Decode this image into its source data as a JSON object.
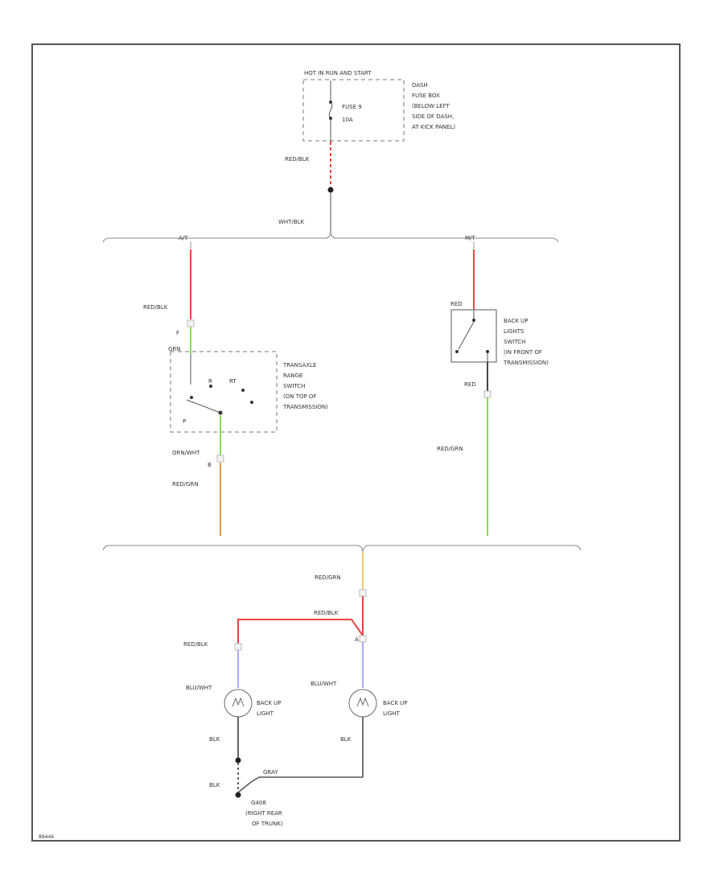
{
  "top_label": "HOT IN RUN AND START",
  "fuse_box": {
    "label_lines": [
      "DASH",
      "FUSE BOX",
      "(BELOW LEFT",
      "SIDE OF DASH,",
      "AT KICK PANEL)"
    ],
    "fuse_lines": [
      "FUSE 9",
      "10A"
    ]
  },
  "wires": {
    "red_blk": "RED/BLK",
    "wht_blk": "WHT/BLK",
    "red_grn": "RED/GRN",
    "orn_wht": "ORN/WHT",
    "red": "RED",
    "red_short": "RED",
    "blu_wht": "BLU/WHT",
    "blk": "BLK",
    "gray": "GRAY"
  },
  "branches": {
    "at": "A/T",
    "mt": "M/T"
  },
  "pins": {
    "pin_f": "F",
    "pin_b": "B",
    "pin_a": "A",
    "grn": "GRN"
  },
  "transaxle_switch": {
    "lines": [
      "TRANSAXLE",
      "RANGE",
      "SWITCH",
      "(ON TOP OF",
      "TRANSMISSION)"
    ],
    "pos_r": "R",
    "pos_rt": "RT",
    "pos_p": "P"
  },
  "backup_switch": {
    "lines": [
      "BACK UP",
      "LIGHTS",
      "SWITCH",
      "(IN FRONT OF",
      "TRANSMISSION)"
    ]
  },
  "backup_light_left": {
    "lines": [
      "BACK UP",
      "LIGHT"
    ]
  },
  "backup_light_right": {
    "lines": [
      "BACK UP",
      "LIGHT"
    ]
  },
  "ground": {
    "lines": [
      "G408",
      "(RIGHT REAR",
      "OF TRUNK)"
    ]
  },
  "diagram_id": "89446",
  "colors": {
    "red": "#ee4444",
    "green": "#88dd55",
    "orange": "#dd9944",
    "yellow": "#eecc66",
    "blue": "#aaaaff",
    "black": "#333333",
    "gray": "#888888",
    "frame": "#555555"
  }
}
